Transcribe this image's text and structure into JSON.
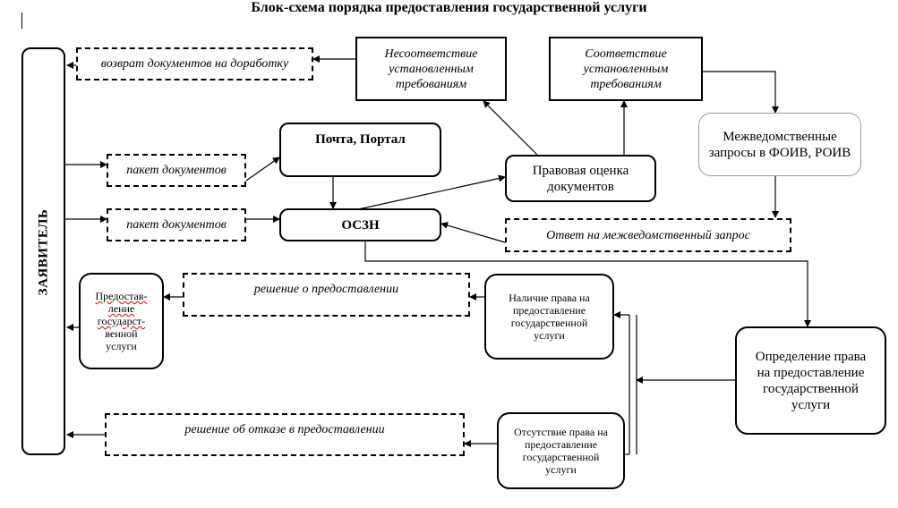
{
  "title": "Блок-схема порядка предоставления государственной услуги",
  "applicant": "ЗАЯВИТЕЛЬ",
  "nodes": {
    "return_docs": "возврат документов на доработку",
    "nonconformity": "Несоответствие установленным требованиям",
    "conformity": "Соответствие установленным требованиям",
    "interagency_requests": "Межведомственные запросы в ФОИВ, РОИВ",
    "package_1": "пакет документов",
    "mail_portal": "Почта, Портал",
    "legal_assessment": "Правовая оценка документов",
    "package_2": "пакет документов",
    "oszn": "ОСЗН",
    "interagency_response": "Ответ на межведомственный запрос",
    "service_provision_lines": [
      "Предостав-",
      "ление",
      "государст-",
      "венной",
      "услуги"
    ],
    "decision_grant": "решение о предоставлении",
    "right_present": "Наличие права на предоставление государственной услуги",
    "determine_right": "Определение права на предоставление государственной услуги",
    "decision_refuse": "решение об отказе в предоставлении",
    "right_absent": "Отсутствие права на предоставление государственной услуги"
  },
  "colors": {
    "line": "#000000",
    "thin_border": "#9a9a9a",
    "spellcheck": "#dd0000"
  }
}
